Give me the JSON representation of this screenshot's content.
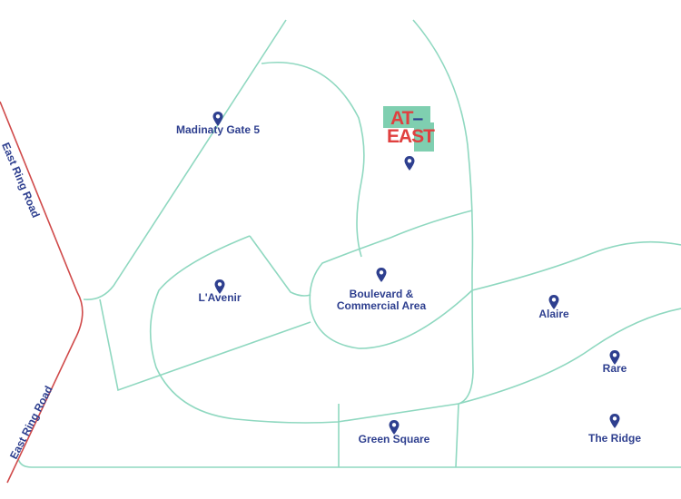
{
  "colors": {
    "boundary": "#8fd8c0",
    "road": "#d04a4a",
    "text": "#2e3f8f",
    "logo_green": "#7fcfb0",
    "logo_red": "#e0403f"
  },
  "logo": {
    "line1": "AT",
    "line2": "EAST"
  },
  "roads": [
    {
      "label": "East Ring Road"
    },
    {
      "label": "East Ring Road"
    }
  ],
  "places": [
    {
      "label": "Madinaty Gate 5",
      "icon": "map-pin-icon"
    },
    {
      "label": "AT-EAST",
      "icon": "map-pin-icon"
    },
    {
      "label": "L'Avenir",
      "icon": "map-pin-icon"
    },
    {
      "label": "Boulevard &\nCommercial Area",
      "icon": "map-pin-icon"
    },
    {
      "label": "Alaire",
      "icon": "map-pin-icon"
    },
    {
      "label": "Rare",
      "icon": "map-pin-icon"
    },
    {
      "label": "Green Square",
      "icon": "map-pin-icon"
    },
    {
      "label": "The Ridge",
      "icon": "map-pin-icon"
    }
  ]
}
